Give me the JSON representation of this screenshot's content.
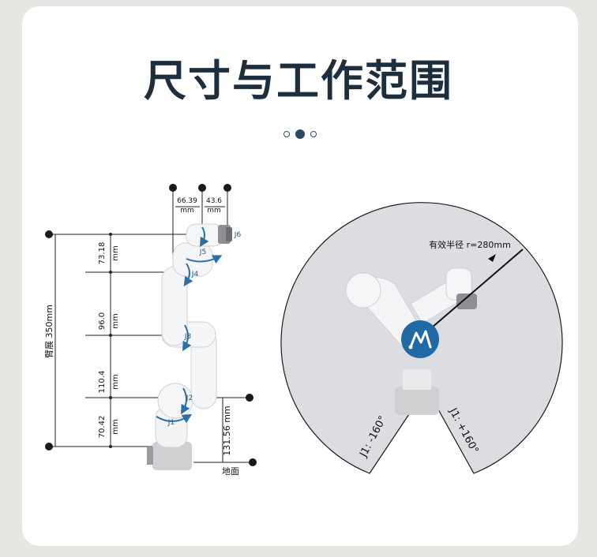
{
  "title": "尺寸与工作范围",
  "pagination": {
    "count": 3,
    "active_index": 1
  },
  "colors": {
    "title": "#1d2f3e",
    "accent": "#2a6fa8",
    "logo": "#1f6aa5",
    "workspace": "#dcdde0"
  },
  "left_diagram": {
    "top_dims": {
      "a": "66.39",
      "b": "43.6",
      "unit": "mm"
    },
    "segments": [
      {
        "value": "73.18",
        "unit": "mm"
      },
      {
        "value": "96.0",
        "unit": "mm"
      },
      {
        "value": "110.4",
        "unit": "mm"
      },
      {
        "value": "70.42",
        "unit": "mm"
      }
    ],
    "reach_label": "臂展 350mm",
    "base_height": "131.56 mm",
    "ground_label": "地面",
    "joints": {
      "j1": "J1",
      "j2": "J2",
      "j3": "J3",
      "j4": "J4",
      "j5": "J5",
      "j6": "J6"
    }
  },
  "right_diagram": {
    "radius_label": "有效半径 r=280mm",
    "angle_left": "J1: -160°",
    "angle_right": "J1: +160°"
  }
}
